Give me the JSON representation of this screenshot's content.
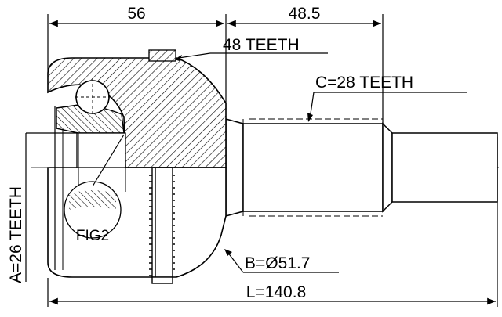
{
  "dimensions": {
    "top_left": "56",
    "top_right": "48.5",
    "overall_length": "L=140.8"
  },
  "callouts": {
    "abs_ring_teeth": "48 TEETH",
    "outer_spline": "C=28 TEETH",
    "inner_spline": "A=26 TEETH",
    "diameter": "B=Ø51.7",
    "detail": "FIG2"
  }
}
